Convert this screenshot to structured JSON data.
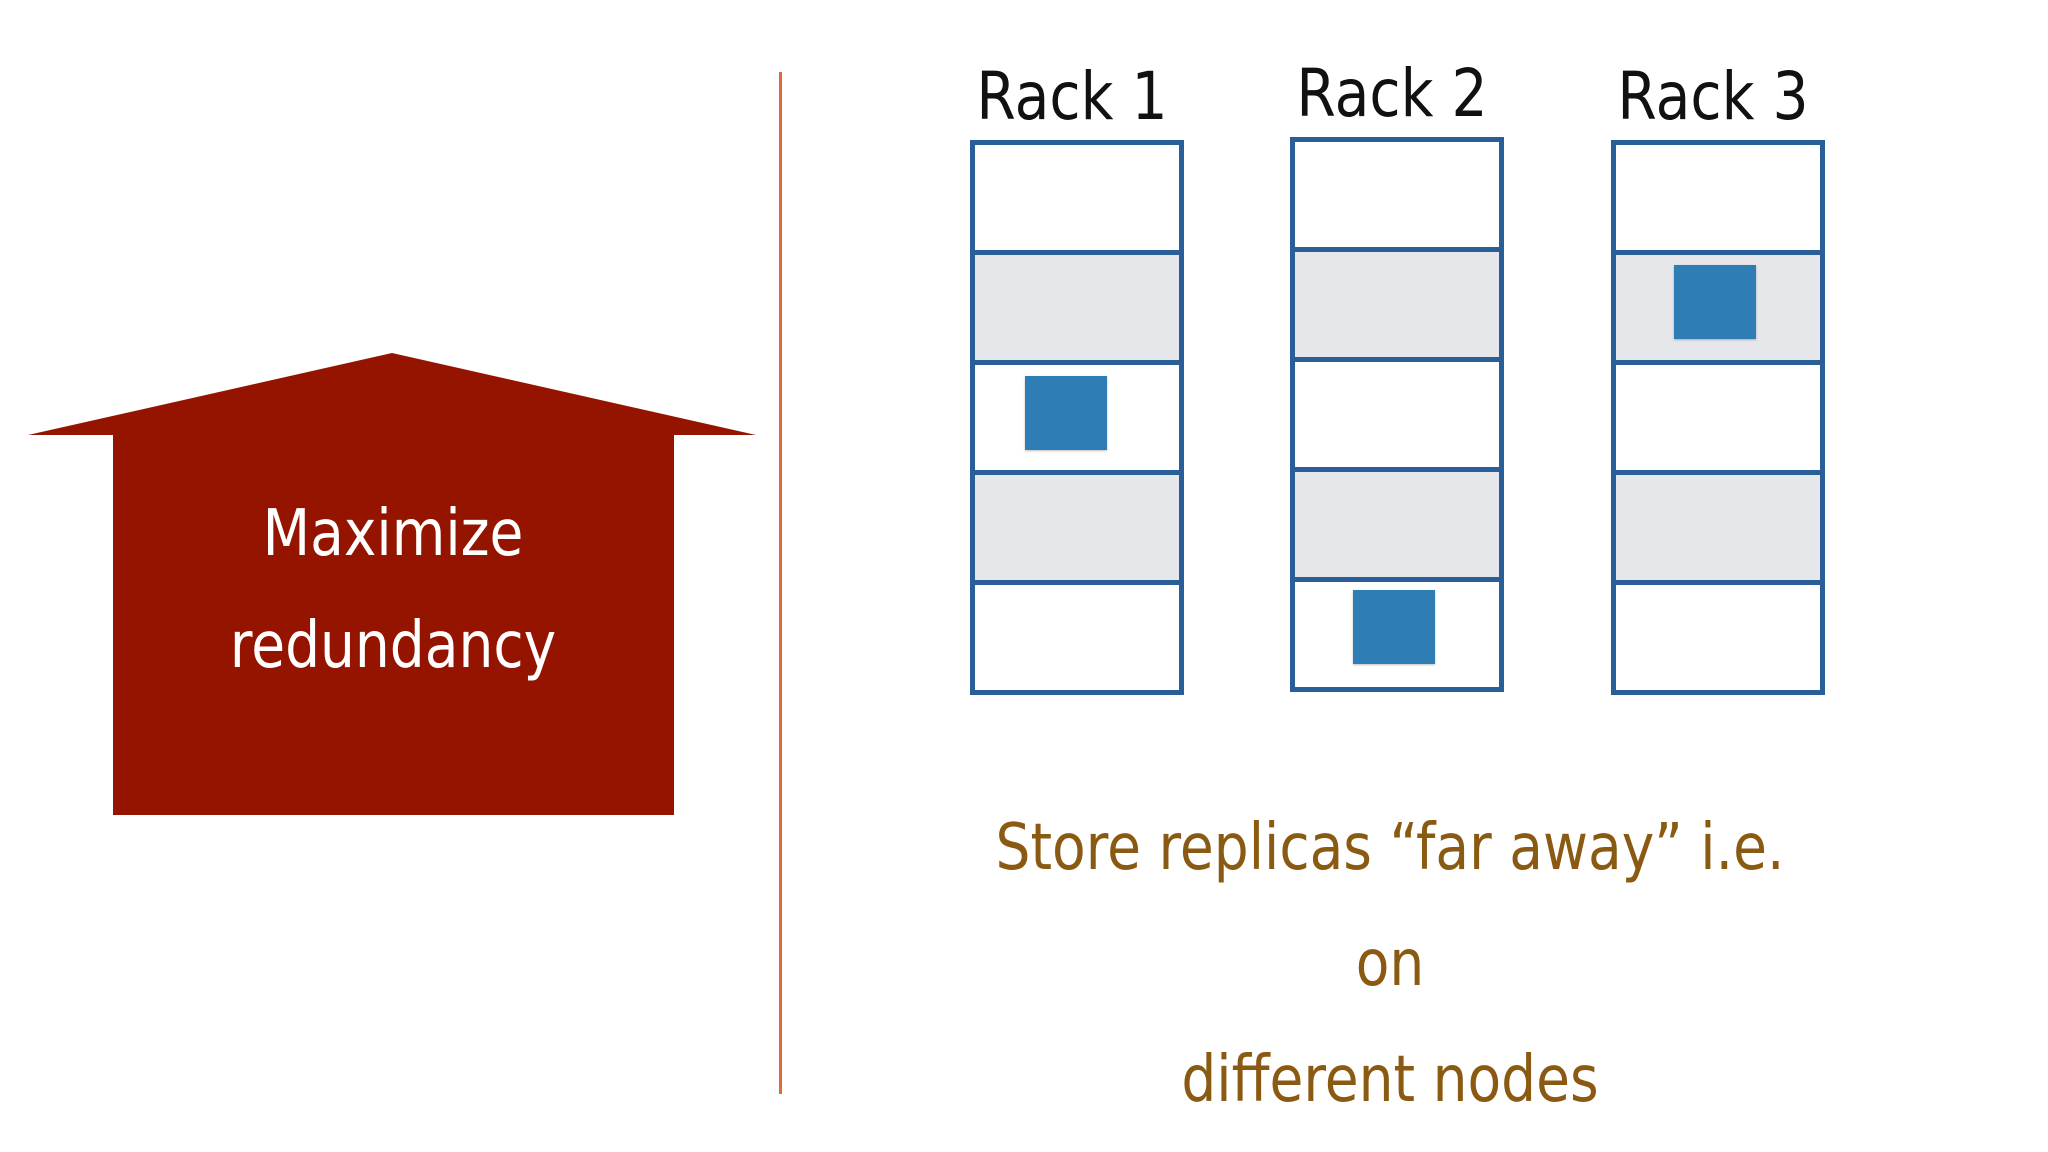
{
  "house": {
    "line1": "Maximize",
    "line2": "redundancy",
    "color": "#951400"
  },
  "divider_color": "#e06a3a",
  "racks": [
    {
      "label": "Rack 1",
      "slots": [
        {
          "shaded": false,
          "replica": false
        },
        {
          "shaded": true,
          "replica": false
        },
        {
          "shaded": false,
          "replica": true
        },
        {
          "shaded": true,
          "replica": false
        },
        {
          "shaded": false,
          "replica": false
        }
      ]
    },
    {
      "label": "Rack 2",
      "slots": [
        {
          "shaded": false,
          "replica": false
        },
        {
          "shaded": true,
          "replica": false
        },
        {
          "shaded": false,
          "replica": false
        },
        {
          "shaded": true,
          "replica": false
        },
        {
          "shaded": false,
          "replica": true
        }
      ]
    },
    {
      "label": "Rack 3",
      "slots": [
        {
          "shaded": false,
          "replica": false
        },
        {
          "shaded": true,
          "replica": true
        },
        {
          "shaded": false,
          "replica": false
        },
        {
          "shaded": true,
          "replica": false
        },
        {
          "shaded": false,
          "replica": false
        }
      ]
    }
  ],
  "colors": {
    "rack_border": "#2a5e98",
    "replica": "#2f7db5",
    "shaded_slot": "#e6e7ea",
    "caption": "#8a5a12"
  },
  "caption": {
    "line1": "Store replicas “far away” i.e. on",
    "line2": "different nodes"
  }
}
